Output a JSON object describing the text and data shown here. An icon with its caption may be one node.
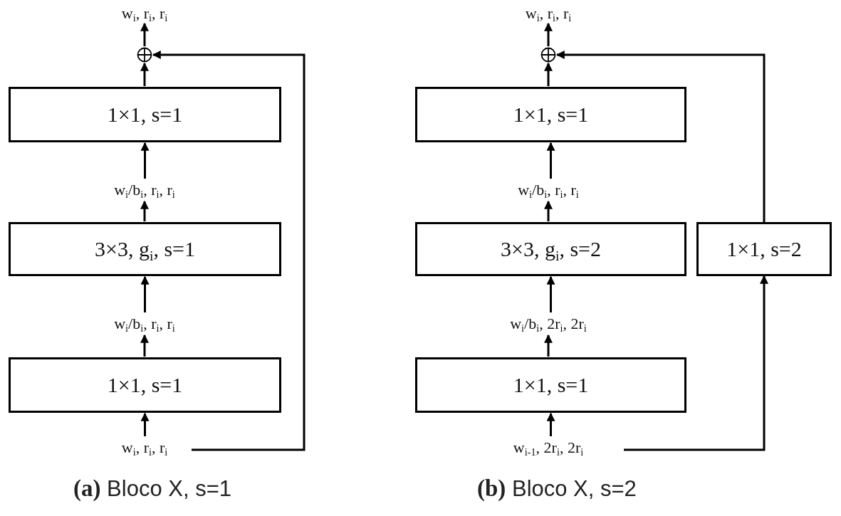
{
  "diagram": {
    "nodes": [
      {
        "text": [
          "w$_{i}$, r$_{i}$, r$_{i}$"
        ]
      },
      {
        "text": [],
        "shape": "circle"
      },
      {
        "text": [
          "1×1, s=1"
        ]
      },
      {
        "text": [
          "w$_{i}$/b$_{i}$, r$_{i}$, r$_{i}$"
        ]
      },
      {
        "text": [
          "3×3, g$_{i}$, s=1"
        ]
      },
      {
        "text": [
          "w$_{i}$/b$_{i}$, r$_{i}$, r$_{i}$"
        ]
      },
      {
        "text": [
          "1×1, s=1"
        ]
      },
      {
        "text": [
          "w$_{i}$, r$_{i}$, r$_{i}$"
        ]
      },
      {
        "text": [
          "w$_{i}$, r$_{i}$, r$_{i}$"
        ]
      },
      {
        "text": [],
        "shape": "circle"
      },
      {
        "text": [
          "1×1, s=1"
        ]
      },
      {
        "text": [
          "w$_{i}$/b$_{i}$, r$_{i}$, r$_{i}$"
        ]
      },
      {
        "text": [
          "3×3, g$_{i}$, s=2"
        ]
      },
      {
        "text": [
          "w$_{i}$/b$_{i}$, 2r$_{i}$, 2r$_{i}$"
        ]
      },
      {
        "text": [
          "1×1, s=1"
        ]
      },
      {
        "text": [
          "w$_{i-1}$, 2r$_{i}$, 2r$_{i}$"
        ]
      },
      {
        "text": [
          "1×1, s=2"
        ]
      }
    ],
    "edges": [
      {
        "from": 7,
        "to": 6,
        "arrow": "to"
      },
      {
        "from": 6,
        "to": 5,
        "arrow": "to"
      },
      {
        "from": 5,
        "to": 4,
        "arrow": "to"
      },
      {
        "from": 4,
        "to": 3,
        "arrow": "to"
      },
      {
        "from": 3,
        "to": 2,
        "arrow": "to"
      },
      {
        "from": 2,
        "to": 1,
        "arrow": "to"
      },
      {
        "from": 1,
        "to": 0,
        "arrow": "to"
      },
      {
        "from": 7,
        "to": 1,
        "arrow": "to"
      },
      {
        "from": 15,
        "to": 14,
        "arrow": "to"
      },
      {
        "from": 14,
        "to": 13,
        "arrow": "to"
      },
      {
        "from": 13,
        "to": 12,
        "arrow": "to"
      },
      {
        "from": 12,
        "to": 11,
        "arrow": "to"
      },
      {
        "from": 11,
        "to": 10,
        "arrow": "to"
      },
      {
        "from": 10,
        "to": 9,
        "arrow": "to"
      },
      {
        "from": 9,
        "to": 8,
        "arrow": "to"
      },
      {
        "from": 15,
        "to": 16,
        "arrow": "to"
      },
      {
        "from": 16,
        "to": 9,
        "arrow": "to"
      }
    ],
    "labels": [
      "**(a)** Bloco X, s=1",
      "**(b)** Bloco X, s=2"
    ]
  }
}
